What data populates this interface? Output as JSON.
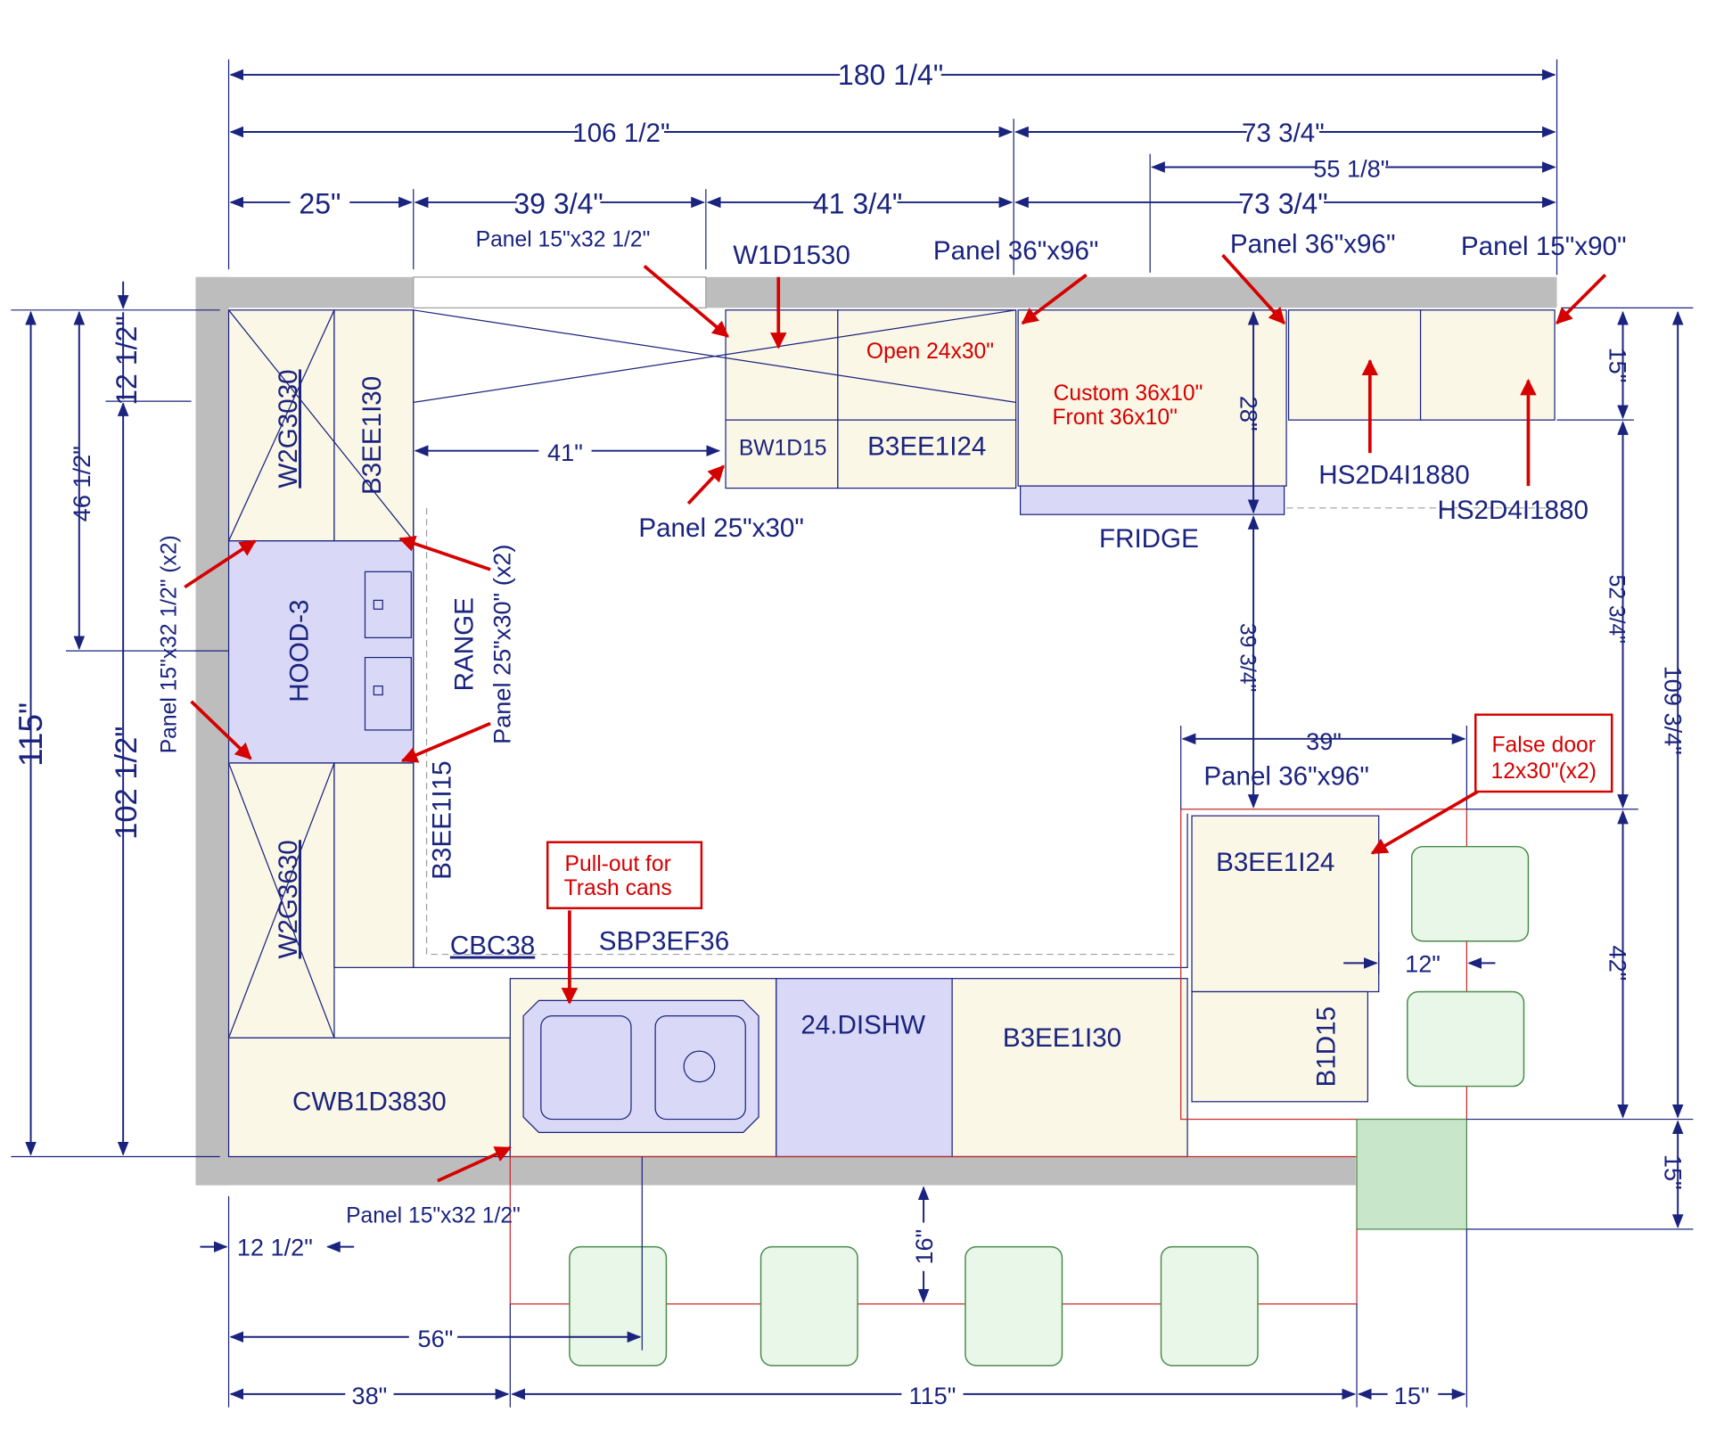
{
  "dimensions": {
    "top_total": "180 1/4\"",
    "top_left": "106 1/2\"",
    "top_right": "73 3/4\"",
    "top_sub_right": "55 1/8\"",
    "seg_25": "25\"",
    "seg_39": "39 3/4\"",
    "seg_41": "41 3/4\"",
    "seg_73": "73 3/4\"",
    "left_115": "115\"",
    "left_102": "102 1/2\"",
    "left_46": "46 1/2\"",
    "left_12": "12 1/2\"",
    "inner_41": "41\"",
    "fridge_28": "28\"",
    "fridge_gap": "39 3/4\"",
    "right_15_top": "15\"",
    "right_52": "52 3/4\"",
    "right_109": "109 3/4\"",
    "right_42": "42\"",
    "right_15_bottom": "15\"",
    "island_39": "39\"",
    "island_12": "12\"",
    "bottom_12": "12 1/2\"",
    "bottom_56": "56\"",
    "bottom_16": "16\"",
    "bottom_38": "38\"",
    "bottom_115": "115\"",
    "bottom_15": "15\""
  },
  "cabinets": {
    "w2g3030": "W2G3030",
    "b3ee1i30_left": "B3EE1I30",
    "hood": "HOOD-3",
    "range": "RANGE",
    "w2g3630": "W2G3630",
    "b3ee1i15": "B3EE1I15",
    "cwb1d3830": "CWB1D3830",
    "cbc38": "CBC38",
    "sbp3ef36": "SBP3EF36",
    "dishwasher": "24.DISHW",
    "b3ee1i30_bottom": "B3EE1I30",
    "w1d1530": "W1D1530",
    "bw1d15": "BW1D15",
    "b3ee1i24_top": "B3EE1I24",
    "fridge": "FRIDGE",
    "hs2d4i1880_a": "HS2D4I1880",
    "hs2d4i1880_b": "HS2D4I1880",
    "b3ee1i24_island": "B3EE1I24",
    "b1d15": "B1D15"
  },
  "notes": {
    "panel_15x32_top": "Panel 15\"x32 1/2\"",
    "panel_36x96_a": "Panel 36\"x96\"",
    "panel_36x96_b": "Panel 36\"x96\"",
    "panel_15x90": "Panel 15\"x90\"",
    "open_24x30": "Open 24x30\"",
    "custom_line1": "Custom 36x10\"",
    "custom_line2": "Front 36x10\"",
    "panel_25x30": "Panel 25\"x30\"",
    "panel_15x32_left": "Panel 15\"x32 1/2\" (x2)",
    "panel_25x30_x2": "Panel 25\"x30\" (x2)",
    "panel_36x96_island": "Panel 36\"x96\"",
    "false_door_line1": "False door",
    "false_door_line2": "12x30\"(x2)",
    "pullout_line1": "Pull-out for",
    "pullout_line2": "Trash cans",
    "panel_15x32_bottom": "Panel 15\"x32 1/2\""
  },
  "colors": {
    "dimension_ink": "#1a237e",
    "annotation_red": "#d50000",
    "wall": "#bdbdbd",
    "cabinet_fill": "#fbf7e6",
    "appliance_fill": "#d9d9f7",
    "stool_fill": "#e8f7e8"
  }
}
